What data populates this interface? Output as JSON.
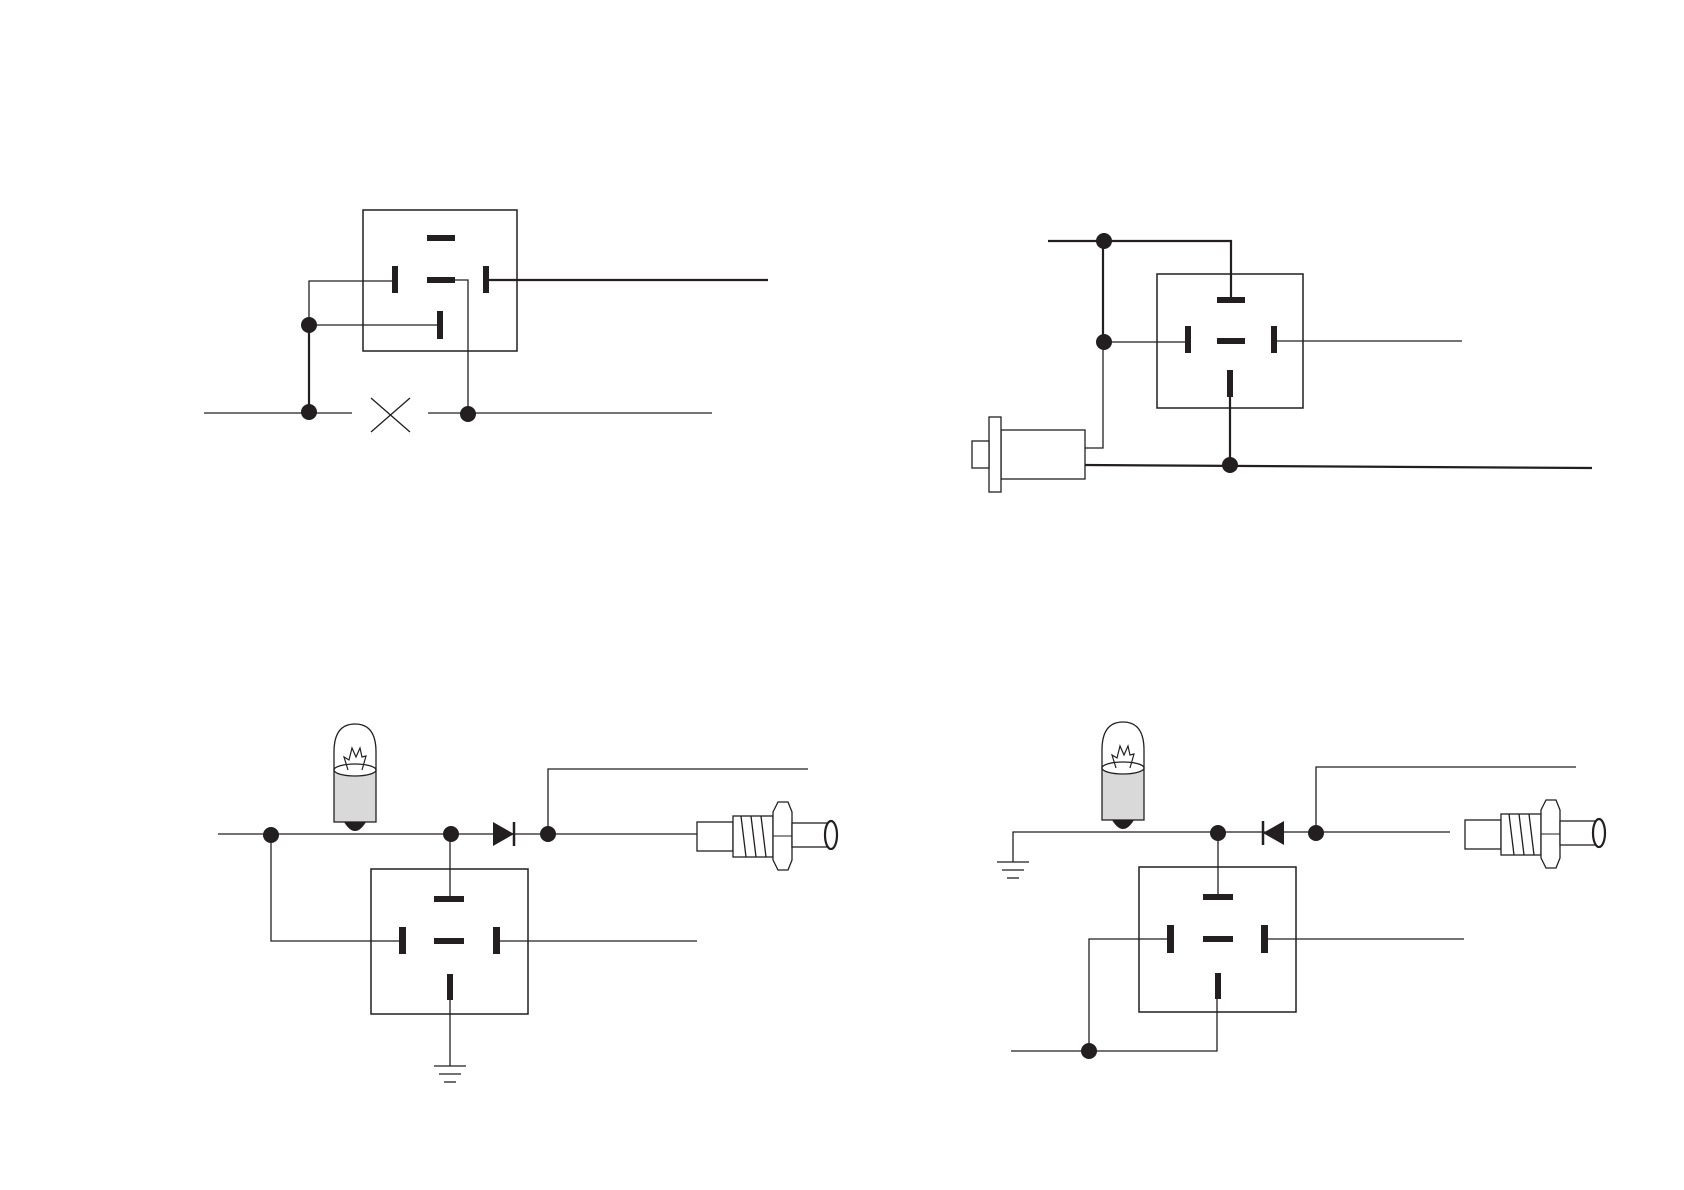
{
  "colors": {
    "ink": "#231f20",
    "wire": "#231f20",
    "background": "#ffffff",
    "bulb_glass": "#ffffff",
    "bulb_base": "#d9d9d9"
  },
  "diagrams": [
    {
      "name": "relay-circuit-top-left",
      "components": [
        "relay-5-pin",
        "junction-dots",
        "cross-break-symbol"
      ]
    },
    {
      "name": "relay-circuit-top-right",
      "components": [
        "relay-5-pin",
        "push-switch",
        "junction-dots"
      ]
    },
    {
      "name": "relay-circuit-bottom-left",
      "components": [
        "relay-5-pin",
        "lamp",
        "diode",
        "pressure-sender",
        "ground-symbol"
      ]
    },
    {
      "name": "relay-circuit-bottom-right",
      "components": [
        "relay-5-pin",
        "lamp",
        "diode",
        "pressure-sender",
        "ground-symbol"
      ]
    }
  ]
}
